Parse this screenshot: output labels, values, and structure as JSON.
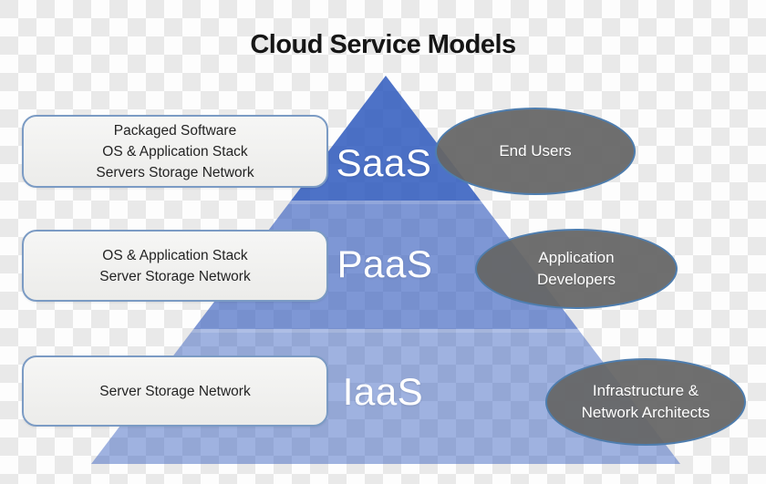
{
  "title": "Cloud Service Models",
  "pyramid": {
    "layers": [
      {
        "label": "SaaS",
        "box_lines": [
          "Packaged Software",
          "OS & Application Stack",
          "Servers Storage Network"
        ],
        "audience": "End Users"
      },
      {
        "label": "PaaS",
        "box_lines": [
          "OS & Application Stack",
          "Server Storage Network"
        ],
        "audience": "Application Developers"
      },
      {
        "label": "IaaS",
        "box_lines": [
          "Server Storage Network"
        ],
        "audience": "Infrastructure & Network Architects"
      }
    ]
  },
  "colors": {
    "pyramid_base": "#4472C4",
    "ellipse_fill": "#6f6f6f",
    "ellipse_border": "#4e7dae",
    "box_border": "#7b9bc4",
    "checker_gray": "#e9e9e9",
    "title_text": "#161616"
  }
}
